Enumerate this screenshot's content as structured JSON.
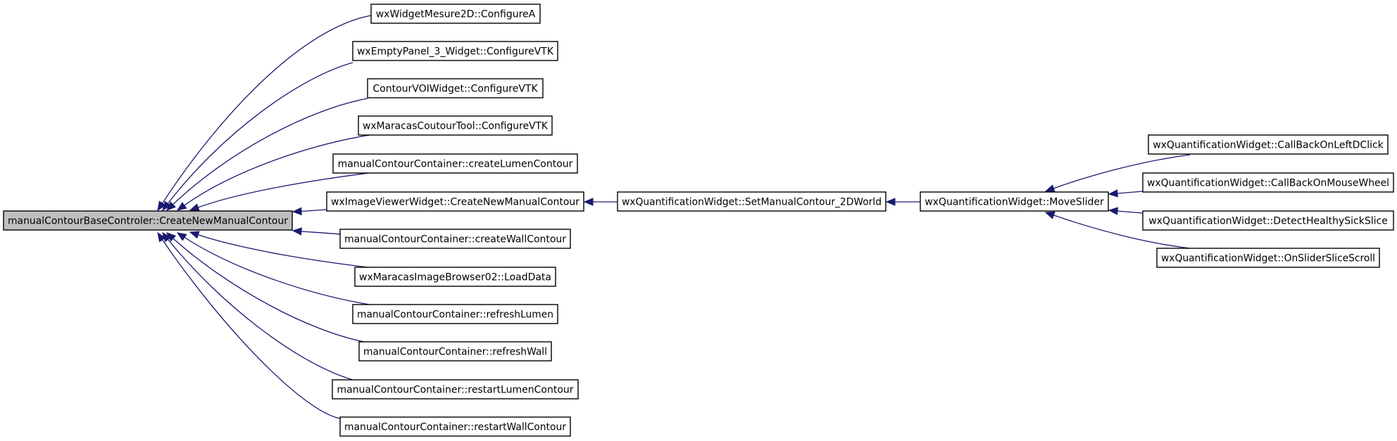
{
  "colors": {
    "edge": "#191970",
    "root_fill": "#bfbfbf",
    "node_fill": "#ffffff",
    "border": "#000000"
  },
  "nodes": [
    {
      "id": "root",
      "label": "manualContourBaseControler::CreateNewManualContour",
      "root": true
    },
    {
      "id": "n1",
      "label": "wxWidgetMesure2D::ConfigureA"
    },
    {
      "id": "n2",
      "label": "wxEmptyPanel_3_Widget::ConfigureVTK"
    },
    {
      "id": "n3",
      "label": "ContourVOIWidget::ConfigureVTK"
    },
    {
      "id": "n4",
      "label": "wxMaracasCoutourTool::ConfigureVTK"
    },
    {
      "id": "n5",
      "label": "manualContourContainer::createLumenContour"
    },
    {
      "id": "n6",
      "label": "wxImageViewerWidget::CreateNewManualContour"
    },
    {
      "id": "n7",
      "label": "manualContourContainer::createWallContour"
    },
    {
      "id": "n8",
      "label": "wxMaracasImageBrowser02::LoadData"
    },
    {
      "id": "n9",
      "label": "manualContourContainer::refreshLumen"
    },
    {
      "id": "n10",
      "label": "manualContourContainer::refreshWall"
    },
    {
      "id": "n11",
      "label": "manualContourContainer::restartLumenContour"
    },
    {
      "id": "n12",
      "label": "manualContourContainer::restartWallContour"
    },
    {
      "id": "n13",
      "label": "wxQuantificationWidget::SetManualContour_2DWorld"
    },
    {
      "id": "n14",
      "label": "wxQuantificationWidget::MoveSlider"
    },
    {
      "id": "n15",
      "label": "wxQuantificationWidget::CallBackOnLeftDClick"
    },
    {
      "id": "n16",
      "label": "wxQuantificationWidget::CallBackOnMouseWheel"
    },
    {
      "id": "n17",
      "label": "wxQuantificationWidget::DetectHealthySickSlice"
    },
    {
      "id": "n18",
      "label": "wxQuantificationWidget::OnSliderSliceScroll"
    }
  ],
  "edges": [
    {
      "from": "n1",
      "to": "root"
    },
    {
      "from": "n2",
      "to": "root"
    },
    {
      "from": "n3",
      "to": "root"
    },
    {
      "from": "n4",
      "to": "root"
    },
    {
      "from": "n5",
      "to": "root"
    },
    {
      "from": "n6",
      "to": "root"
    },
    {
      "from": "n7",
      "to": "root"
    },
    {
      "from": "n8",
      "to": "root"
    },
    {
      "from": "n9",
      "to": "root"
    },
    {
      "from": "n10",
      "to": "root"
    },
    {
      "from": "n11",
      "to": "root"
    },
    {
      "from": "n12",
      "to": "root"
    },
    {
      "from": "n13",
      "to": "n6"
    },
    {
      "from": "n14",
      "to": "n13"
    },
    {
      "from": "n15",
      "to": "n14"
    },
    {
      "from": "n16",
      "to": "n14"
    },
    {
      "from": "n17",
      "to": "n14"
    },
    {
      "from": "n18",
      "to": "n14"
    }
  ]
}
